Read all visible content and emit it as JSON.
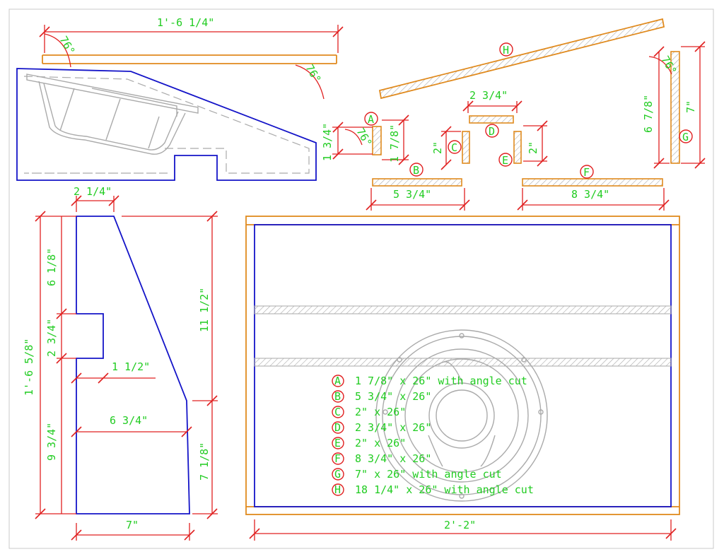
{
  "dims": {
    "top_length": "1'-6 1/4\"",
    "angle_left": "76°",
    "angle_right": "76°",
    "a_height": "1 3/4\"",
    "a_angle": "76°",
    "a_width": "1 7/8\"",
    "c_height": "2\"",
    "d_width": "2 3/4\"",
    "e_height": "2\"",
    "b_width": "5 3/4\"",
    "f_width": "8 3/4\"",
    "g_angle": "76°",
    "g_left": "6 7/8\"",
    "g_right": "7\"",
    "side_top": "2 1/4\"",
    "side_total": "1'-6 5/8\"",
    "side_upper": "6 1/8\"",
    "side_notch": "2 3/4\"",
    "side_lower": "9 3/4\"",
    "notch_depth": "1 1/2\"",
    "side_mid": "6 3/4\"",
    "side_bottom": "7\"",
    "slope_height": "11 1/2\"",
    "front_height": "7 1/8\"",
    "front_width": "2'-2\""
  },
  "part_labels": {
    "A": "A",
    "B": "B",
    "C": "C",
    "D": "D",
    "E": "E",
    "F": "F",
    "G": "G",
    "H": "H"
  },
  "cut_list": [
    {
      "letter": "A",
      "text": "1 7/8\" x 26\" with angle cut"
    },
    {
      "letter": "B",
      "text": "5 3/4\" x 26\""
    },
    {
      "letter": "C",
      "text": "2\" x 26\""
    },
    {
      "letter": "D",
      "text": "2 3/4\" x 26\""
    },
    {
      "letter": "E",
      "text": "2\" x 26\""
    },
    {
      "letter": "F",
      "text": "8 3/4\" x 26\""
    },
    {
      "letter": "G",
      "text": "7\" x 26\" with angle cut"
    },
    {
      "letter": "H",
      "text": "18 1/4\" x 26\" with angle cut"
    }
  ],
  "colors": {
    "dimension": "#e02020",
    "text": "#22cc22",
    "outline": "#1414c8",
    "board": "#e08a1e",
    "speaker": "#aaaaaa"
  }
}
